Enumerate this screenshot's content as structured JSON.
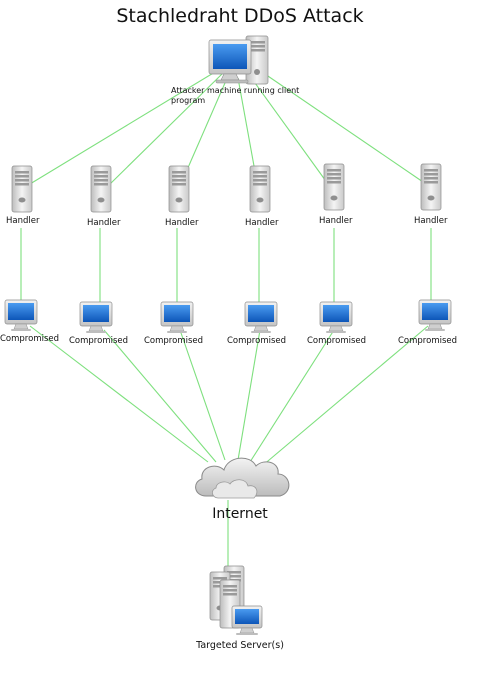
{
  "title": "Stachledraht DDoS Attack",
  "attacker": {
    "label": "Attacker machine running client program"
  },
  "handlers": [
    {
      "label": "Handler"
    },
    {
      "label": "Handler"
    },
    {
      "label": "Handler"
    },
    {
      "label": "Handler"
    },
    {
      "label": "Handler"
    },
    {
      "label": "Handler"
    }
  ],
  "compromised": [
    {
      "label": "Compromised"
    },
    {
      "label": "Compromised"
    },
    {
      "label": "Compromised"
    },
    {
      "label": "Compromised"
    },
    {
      "label": "Compromised"
    },
    {
      "label": "Compromised"
    }
  ],
  "internet": {
    "label": "Internet"
  },
  "target": {
    "label": "Targeted Server(s)"
  },
  "colors": {
    "link": "#7ee07e",
    "screen": "#1f6fd6",
    "case": "#e6e6e6",
    "cloud": "#dcdcdc"
  },
  "icons": {
    "attacker": "workstation-icon",
    "handler": "server-tower-icon",
    "compromised": "monitor-icon",
    "internet": "cloud-icon",
    "target": "server-cluster-icon"
  }
}
